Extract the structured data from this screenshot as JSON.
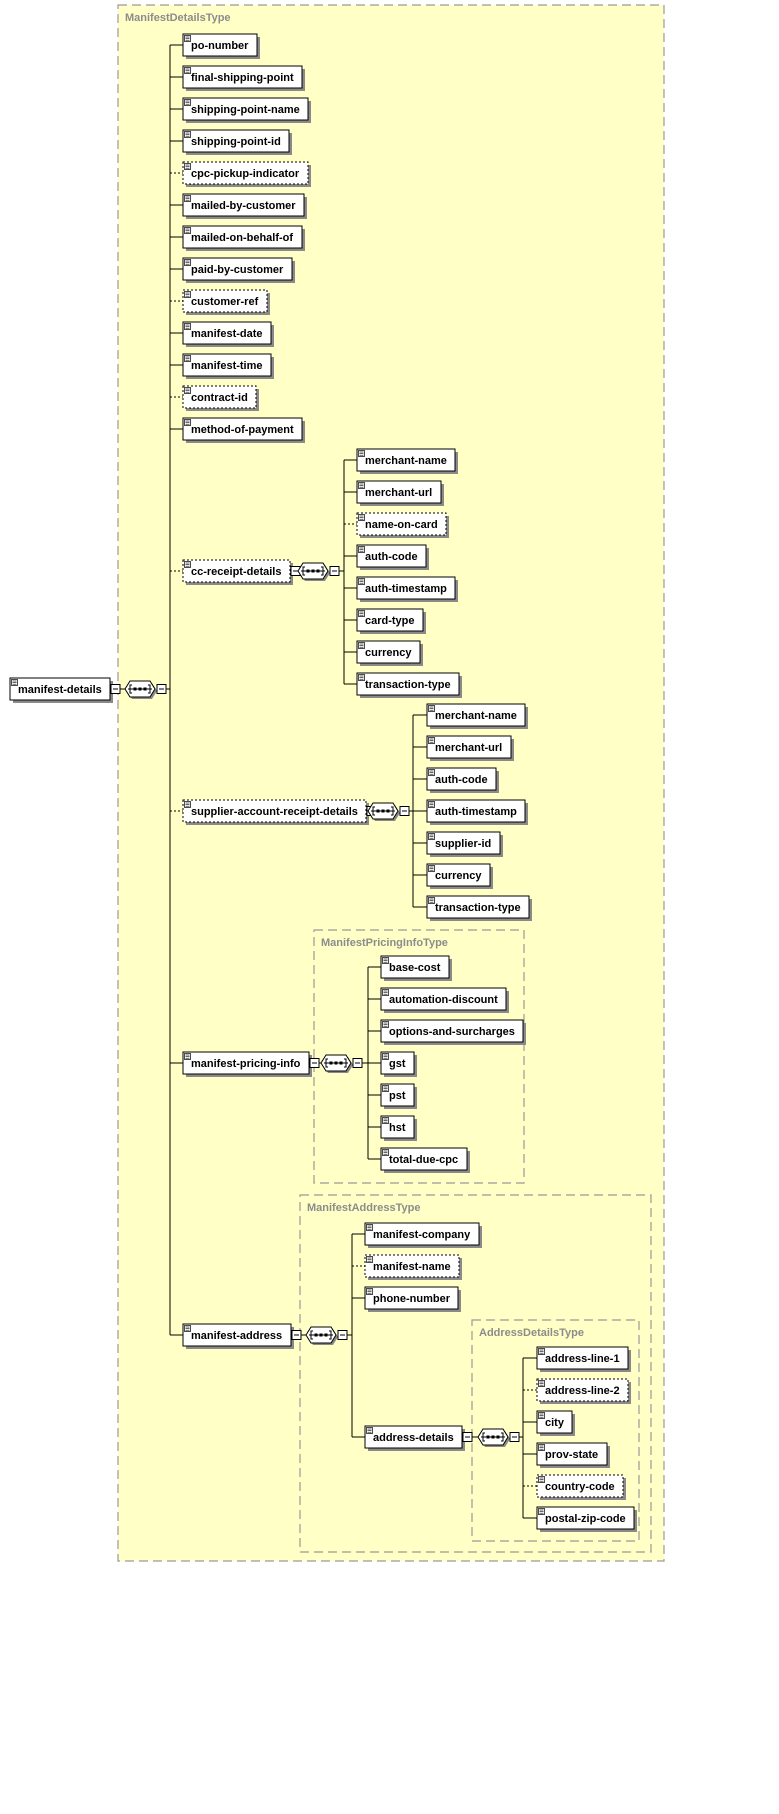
{
  "diagram": {
    "root": "manifest-details",
    "types": {
      "details": "ManifestDetailsType",
      "pricing": "ManifestPricingInfoType",
      "address": "ManifestAddressType",
      "address_details": "AddressDetailsType"
    },
    "details_children": [
      {
        "label": "po-number",
        "optional": false
      },
      {
        "label": "final-shipping-point",
        "optional": false
      },
      {
        "label": "shipping-point-name",
        "optional": false
      },
      {
        "label": "shipping-point-id",
        "optional": false
      },
      {
        "label": "cpc-pickup-indicator",
        "optional": true
      },
      {
        "label": "mailed-by-customer",
        "optional": false
      },
      {
        "label": "mailed-on-behalf-of",
        "optional": false
      },
      {
        "label": "paid-by-customer",
        "optional": false
      },
      {
        "label": "customer-ref",
        "optional": true
      },
      {
        "label": "manifest-date",
        "optional": false
      },
      {
        "label": "manifest-time",
        "optional": false
      },
      {
        "label": "contract-id",
        "optional": true
      },
      {
        "label": "method-of-payment",
        "optional": false
      }
    ],
    "cc_receipt": {
      "label": "cc-receipt-details",
      "optional": true,
      "children": [
        {
          "label": "merchant-name",
          "optional": false
        },
        {
          "label": "merchant-url",
          "optional": false
        },
        {
          "label": "name-on-card",
          "optional": true
        },
        {
          "label": "auth-code",
          "optional": false
        },
        {
          "label": "auth-timestamp",
          "optional": false
        },
        {
          "label": "card-type",
          "optional": false
        },
        {
          "label": "currency",
          "optional": false
        },
        {
          "label": "transaction-type",
          "optional": false
        }
      ]
    },
    "supplier_receipt": {
      "label": "supplier-account-receipt-details",
      "optional": true,
      "children": [
        {
          "label": "merchant-name",
          "optional": false
        },
        {
          "label": "merchant-url",
          "optional": false
        },
        {
          "label": "auth-code",
          "optional": false
        },
        {
          "label": "auth-timestamp",
          "optional": false
        },
        {
          "label": "supplier-id",
          "optional": false
        },
        {
          "label": "currency",
          "optional": false
        },
        {
          "label": "transaction-type",
          "optional": false
        }
      ]
    },
    "pricing": {
      "label": "manifest-pricing-info",
      "optional": false,
      "children": [
        {
          "label": "base-cost",
          "optional": false
        },
        {
          "label": "automation-discount",
          "optional": false
        },
        {
          "label": "options-and-surcharges",
          "optional": false
        },
        {
          "label": "gst",
          "optional": false
        },
        {
          "label": "pst",
          "optional": false
        },
        {
          "label": "hst",
          "optional": false
        },
        {
          "label": "total-due-cpc",
          "optional": false
        }
      ]
    },
    "address": {
      "label": "manifest-address",
      "optional": false,
      "children": [
        {
          "label": "manifest-company",
          "optional": false
        },
        {
          "label": "manifest-name",
          "optional": true
        },
        {
          "label": "phone-number",
          "optional": false
        }
      ],
      "address_details": {
        "label": "address-details",
        "optional": false,
        "children": [
          {
            "label": "address-line-1",
            "optional": false
          },
          {
            "label": "address-line-2",
            "optional": true
          },
          {
            "label": "city",
            "optional": false
          },
          {
            "label": "prov-state",
            "optional": false
          },
          {
            "label": "country-code",
            "optional": true
          },
          {
            "label": "postal-zip-code",
            "optional": false
          }
        ]
      }
    }
  }
}
